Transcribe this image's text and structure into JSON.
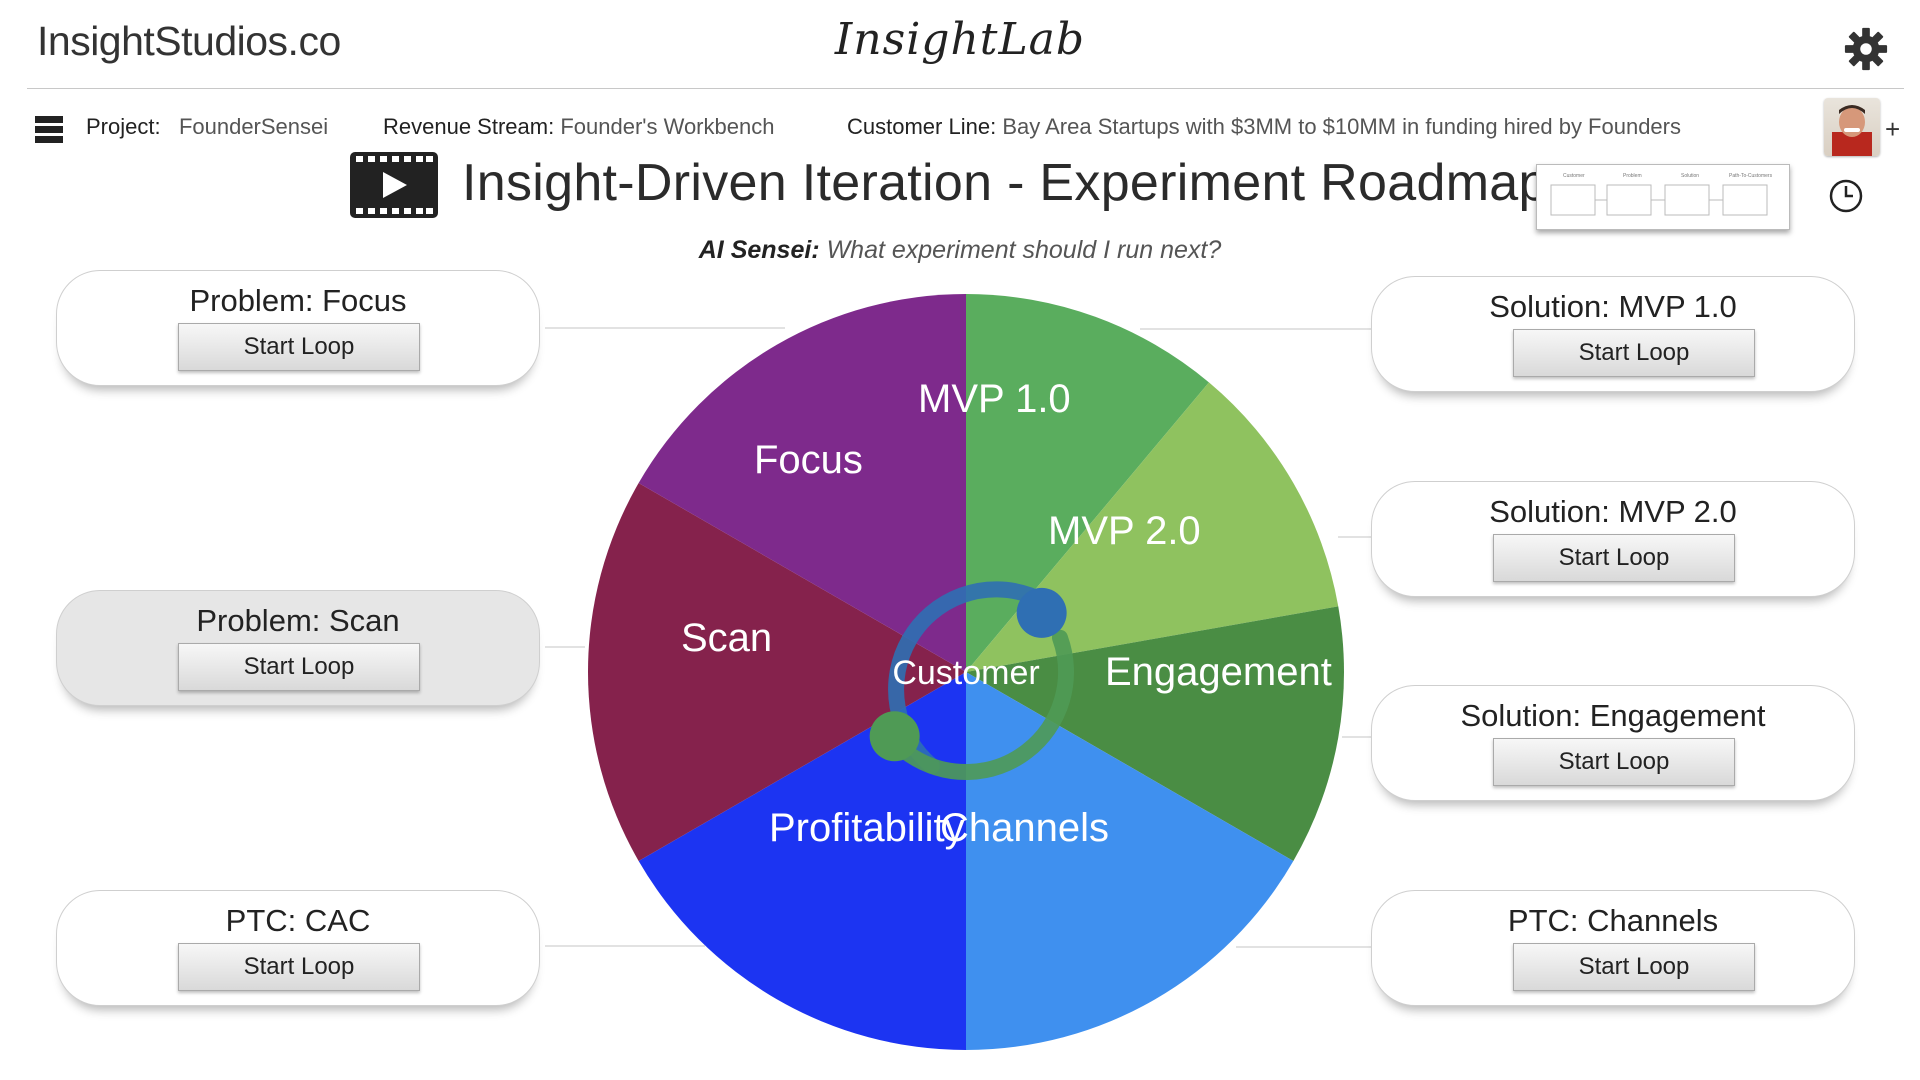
{
  "header": {
    "brand": "InsightStudios.co",
    "logo": "InsightLab",
    "settings_icon": "gear-icon"
  },
  "info_bar": {
    "project_label": "Project:",
    "project_value": "FounderSensei",
    "revenue_label": "Revenue Stream:",
    "revenue_value": "Founder's Workbench",
    "customer_label": "Customer Line:",
    "customer_value": "Bay Area Startups with $3MM to $10MM in funding hired by Founders",
    "add_label": "+"
  },
  "title_row": {
    "title": "Insight-Driven Iteration - Experiment Roadmap",
    "video_icon": "film-play-icon",
    "history_icon": "clock-icon",
    "thumbnail_labels": [
      "Customer",
      "Problem",
      "Solution",
      "Path-To-Customers"
    ]
  },
  "sensei": {
    "label": "AI Sensei:",
    "prompt": "What experiment should I run next?"
  },
  "cards": [
    {
      "title": "Problem: Focus",
      "button": "Start Loop",
      "active": false
    },
    {
      "title": "Problem: Scan",
      "button": "Start Loop",
      "active": true
    },
    {
      "title": "PTC: CAC",
      "button": "Start Loop",
      "active": false
    },
    {
      "title": "Solution: MVP 1.0",
      "button": "Start Loop",
      "active": false
    },
    {
      "title": "Solution: MVP 2.0",
      "button": "Start Loop",
      "active": false
    },
    {
      "title": "Solution: Engagement",
      "button": "Start Loop",
      "active": false
    },
    {
      "title": "PTC: Channels",
      "button": "Start Loop",
      "active": false
    }
  ],
  "wheel": {
    "center_label": "Customer",
    "segments": [
      {
        "label": "MVP 1.0",
        "start_deg": 0,
        "end_deg": 40,
        "color": "#5aad5e"
      },
      {
        "label": "MVP 2.0",
        "start_deg": 40,
        "end_deg": 80,
        "color": "#8fc25f"
      },
      {
        "label": "Engagement",
        "start_deg": 80,
        "end_deg": 120,
        "color": "#4a8d44"
      },
      {
        "label": "Channels",
        "start_deg": 120,
        "end_deg": 180,
        "color": "#3f90ef"
      },
      {
        "label": "Profitability",
        "start_deg": 180,
        "end_deg": 240,
        "color": "#1c34f2"
      },
      {
        "label": "Scan",
        "start_deg": 240,
        "end_deg": 300,
        "color": "#85224c"
      },
      {
        "label": "Focus",
        "start_deg": 300,
        "end_deg": 360,
        "color": "#7e2a8c"
      }
    ],
    "loop_color": "#2f6fb3",
    "loop_color_2": "#4f9a55"
  }
}
